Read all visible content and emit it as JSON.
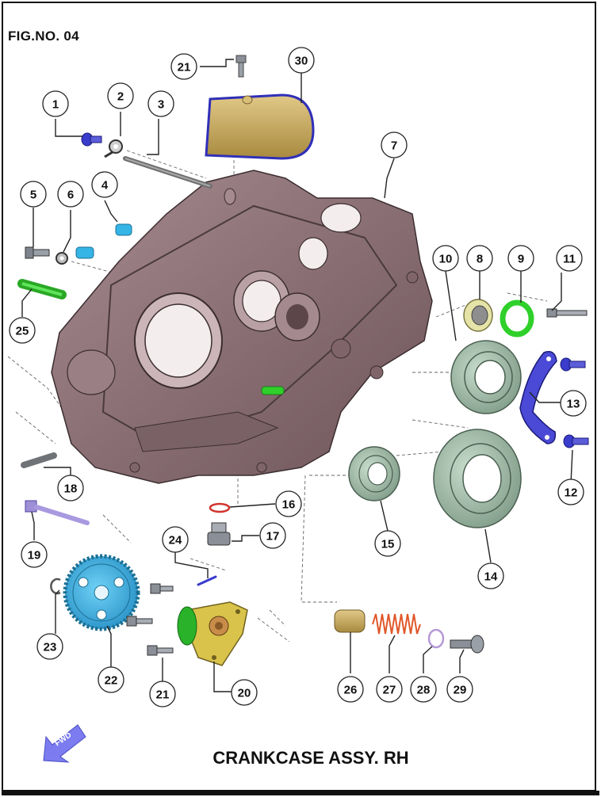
{
  "figure_number": "FIG.NO. 04",
  "title": "CRANKCASE ASSY. RH",
  "fwd_label": "FWD",
  "colors": {
    "crankcase": "#8a6f74",
    "bearing": "#9db5a4",
    "blue_part": "#3a3ccc",
    "cyan_part": "#35b4e6",
    "green_part": "#2fd02a",
    "gold_part": "#c4a75a",
    "spring": "#e0572a",
    "arrow": "#7c7cf0"
  },
  "callouts": [
    "1",
    "2",
    "3",
    "4",
    "5",
    "6",
    "7",
    "8",
    "9",
    "10",
    "11",
    "12",
    "13",
    "14",
    "15",
    "16",
    "17",
    "18",
    "19",
    "20",
    "21",
    "21",
    "22",
    "23",
    "24",
    "25",
    "26",
    "27",
    "28",
    "29",
    "30"
  ],
  "parts": [
    {
      "label": "1",
      "icon": "bolt-icon"
    },
    {
      "label": "2",
      "icon": "bracket-icon"
    },
    {
      "label": "3",
      "icon": "shaft-icon"
    },
    {
      "label": "4",
      "icon": "dowel-icon"
    },
    {
      "label": "5",
      "icon": "bolt-icon"
    },
    {
      "label": "6",
      "icon": "washer-icon"
    },
    {
      "label": "7",
      "icon": "crankcase-icon"
    },
    {
      "label": "8",
      "icon": "needle-bearing-icon"
    },
    {
      "label": "9",
      "icon": "collar-icon"
    },
    {
      "label": "10",
      "icon": "pin-icon"
    },
    {
      "label": "11",
      "icon": "screw-icon"
    },
    {
      "label": "12",
      "icon": "plate-icon"
    },
    {
      "label": "13",
      "icon": "bearing-icon"
    },
    {
      "label": "14",
      "icon": "bearing-icon"
    },
    {
      "label": "15",
      "icon": "bearing-icon"
    },
    {
      "label": "16",
      "icon": "o-ring-icon"
    },
    {
      "label": "17",
      "icon": "plug-icon"
    },
    {
      "label": "18",
      "icon": "pin-icon"
    },
    {
      "label": "19",
      "icon": "long-bolt-icon"
    },
    {
      "label": "20",
      "icon": "oil-pump-icon"
    },
    {
      "label": "21",
      "icon": "bolt-icon"
    },
    {
      "label": "22",
      "icon": "gear-icon"
    },
    {
      "label": "23",
      "icon": "circlip-icon"
    },
    {
      "label": "24",
      "icon": "pin-icon"
    },
    {
      "label": "25",
      "icon": "dowel-icon"
    },
    {
      "label": "26",
      "icon": "piston-icon"
    },
    {
      "label": "27",
      "icon": "spring-icon"
    },
    {
      "label": "28",
      "icon": "circlip-icon"
    },
    {
      "label": "29",
      "icon": "bolt-icon"
    },
    {
      "label": "30",
      "icon": "cover-icon"
    }
  ]
}
